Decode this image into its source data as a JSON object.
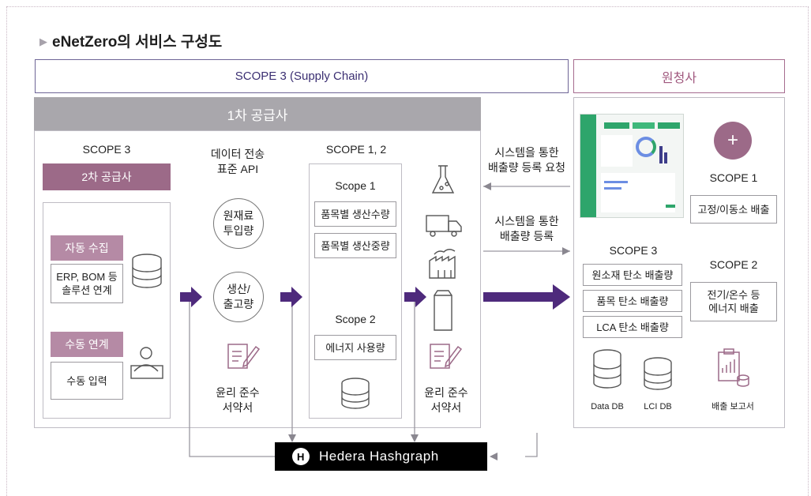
{
  "title": "eNetZero의 서비스 구성도",
  "scope3_supply_chain": "SCOPE 3 (Supply Chain)",
  "prime_contractor": "원청사",
  "tier1_supplier": "1차 공급사",
  "left": {
    "scope3": "SCOPE 3",
    "tier2_supplier": "2차 공급사",
    "auto_collect": "자동 수집",
    "erp_line1": "ERP, BOM 등",
    "erp_line2": "솔루션 연계",
    "manual_link": "수동 연계",
    "manual_input": "수동 입력"
  },
  "api": {
    "line1": "데이터 전송",
    "line2": "표준 API",
    "raw_line1": "원재료",
    "raw_line2": "투입량",
    "prod_line1": "생산/",
    "prod_line2": "출고량",
    "ethics_line1": "윤리 준수",
    "ethics_line2": "서약서"
  },
  "scope12": {
    "header": "SCOPE 1, 2",
    "scope1": "Scope 1",
    "item1": "품목별 생산수량",
    "item2": "품목별 생산중량",
    "scope2": "Scope 2",
    "item3": "에너지 사용량",
    "ethics_line1": "윤리 준수",
    "ethics_line2": "서약서"
  },
  "arrows": {
    "request_line1": "시스템을 통한",
    "request_line2": "배출량 등록 요청",
    "register_line1": "시스템을 통한",
    "register_line2": "배출량 등록"
  },
  "prime": {
    "scope1": "SCOPE 1",
    "fixed_mobile": "고정/이동소 배출",
    "scope3": "SCOPE 3",
    "material": "원소재 탄소 배출량",
    "product": "품목 탄소 배출량",
    "lca": "LCA 탄소 배출량",
    "scope2": "SCOPE 2",
    "energy_line1": "전기/온수 등",
    "energy_line2": "에너지 배출",
    "data_db": "Data DB",
    "lci_db": "LCI DB",
    "report": "배출 보고서",
    "plus": "+"
  },
  "hedera": {
    "logo": "H",
    "label": "Hedera Hashgraph"
  },
  "colors": {
    "purple_arrow": "#4e2a7c",
    "pink": "#b58aa5",
    "dark_pink": "#9c6a88",
    "gray_bar": "#a9a7ac",
    "dashboard_green": "#2ea56b"
  }
}
